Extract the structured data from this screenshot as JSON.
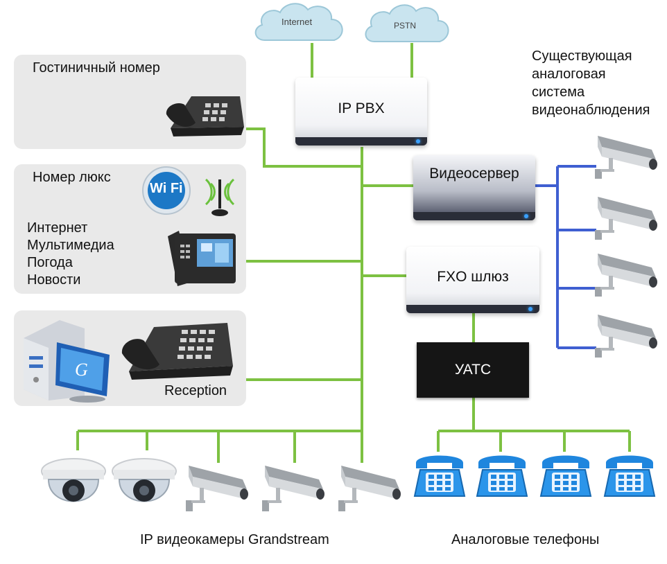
{
  "clouds": {
    "internet": "Internet",
    "pstn": "PSTN"
  },
  "devices": {
    "ip_pbx": "IP PBX",
    "video_server": "Видеосервер",
    "fxo_gateway": "FXO шлюз",
    "pbx_analog": "УАТС"
  },
  "panels": {
    "hotel_room": "Гостиничный номер",
    "suite": {
      "title": "Номер люкс",
      "services": [
        "Интернет",
        "Мультимедиа",
        "Погода",
        "Новости"
      ],
      "wifi_text": "Wi Fi"
    },
    "reception": "Reception"
  },
  "existing_cctv": [
    "Существующая",
    "аналоговая",
    "система",
    "видеонаблюдения"
  ],
  "captions": {
    "ip_cameras": "IP видеокамеры Grandstream",
    "analog_phones": "Аналоговые телефоны"
  },
  "colors": {
    "network_line": "#7dc142",
    "video_line": "#3f5fd1",
    "phone_blue": "#2b8be0"
  },
  "icons": [
    "cloud-icon",
    "desk-phone-icon",
    "wifi-badge-icon",
    "antenna-icon",
    "video-phone-icon",
    "computer-icon",
    "dome-camera-icon",
    "bullet-camera-icon",
    "analog-phone-icon"
  ]
}
